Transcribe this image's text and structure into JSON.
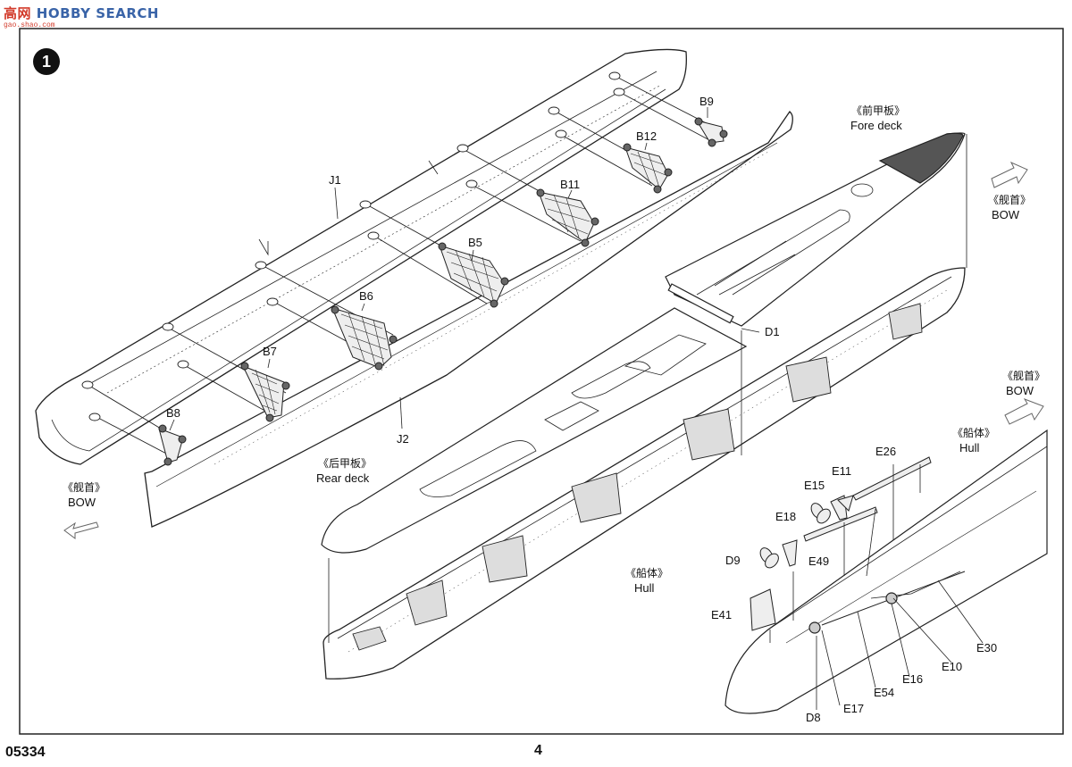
{
  "watermark": {
    "brand_cn": "高",
    "brand_mid": "网",
    "brand_en": "HOBBY SEARCH",
    "sub": "gao.shao.com"
  },
  "step": {
    "number": "1"
  },
  "footer": {
    "code": "05334",
    "page": "4"
  },
  "parts": {
    "J1": "J1",
    "J2": "J2",
    "B5": "B5",
    "B6": "B6",
    "B7": "B7",
    "B8": "B8",
    "B9": "B9",
    "B11": "B11",
    "B12": "B12",
    "D1": "D1",
    "D8": "D8",
    "D9": "D9",
    "E10": "E10",
    "E11": "E11",
    "E15": "E15",
    "E16": "E16",
    "E17": "E17",
    "E18": "E18",
    "E26": "E26",
    "E30": "E30",
    "E41": "E41",
    "E49": "E49",
    "E54": "E54"
  },
  "callouts": {
    "fore_deck_cn": "《前甲板》",
    "fore_deck_en": "Fore deck",
    "rear_deck_cn": "《后甲板》",
    "rear_deck_en": "Rear deck",
    "hull_cn": "《船体》",
    "hull_en": "Hull",
    "hull2_cn": "《船体》",
    "hull2_en": "Hull",
    "bow1_cn": "《舰首》",
    "bow1_en": "BOW",
    "bow2_cn": "《舰首》",
    "bow2_en": "BOW",
    "bow3_cn": "《舰首》",
    "bow3_en": "BOW"
  }
}
